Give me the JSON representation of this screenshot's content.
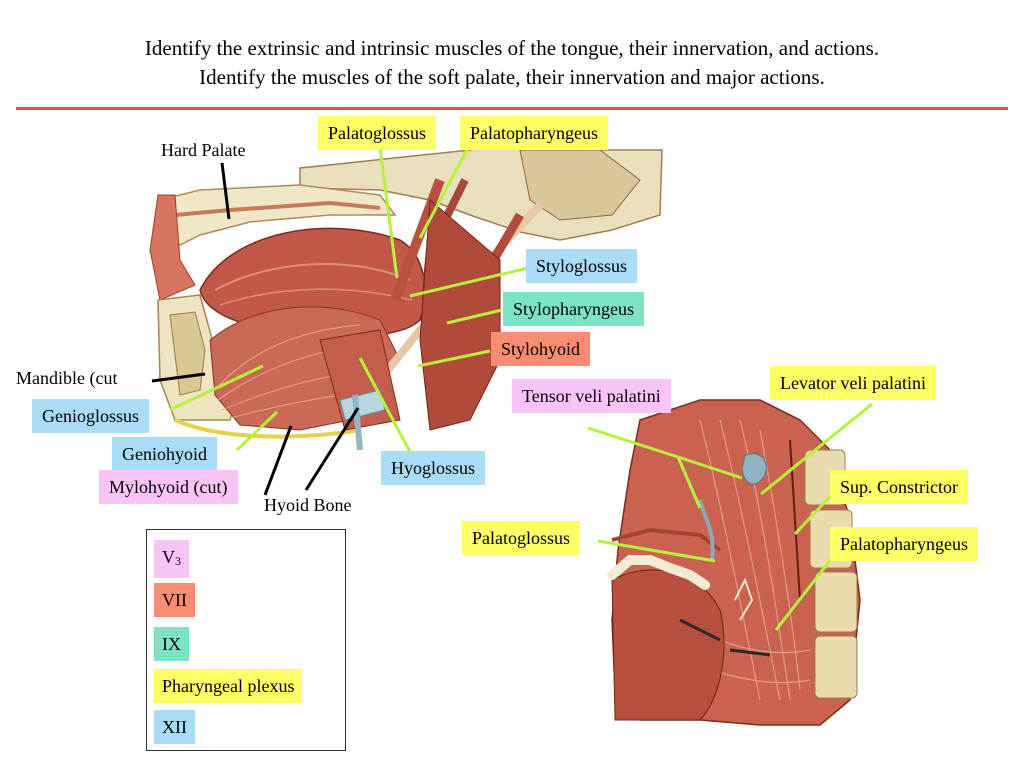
{
  "title": {
    "line1": "Identify the extrinsic and intrinsic muscles of the tongue, their innervation, and actions.",
    "line2": "Identify the muscles of the soft palate, their innervation and major actions."
  },
  "colors": {
    "rule": "#e8502a",
    "pharyngeal_plexus": "#ffff66",
    "xii": "#a8dcf8",
    "ix": "#7ee2c6",
    "vii": "#fa8c72",
    "v3": "#fbc4f8",
    "leader_line": "#b6f23a"
  },
  "left_figure": {
    "labels": {
      "palatoglossus": "Palatoglossus",
      "palatopharyngeus": "Palatopharyngeus",
      "hard_palate": "Hard Palate",
      "styloglossus": "Styloglossus",
      "stylopharyngeus": "Stylopharyngeus",
      "stylohyoid": "Stylohyoid",
      "mandible": "Mandible (cut",
      "genioglossus": "Genioglossus",
      "geniohyoid": "Geniohyoid",
      "mylohyoid": "Mylohyoid (cut)",
      "hyoid_bone": "Hyoid Bone",
      "hyoglossus": "Hyoglossus"
    }
  },
  "right_figure": {
    "labels": {
      "tensor_veli_palatini": "Tensor veli palatini",
      "levator_veli_palatini": "Levator veli palatini",
      "sup_constrictor": "Sup. Constrictor",
      "palatoglossus": "Palatoglossus",
      "palatopharyngeus": "Palatopharyngeus"
    }
  },
  "legend": {
    "v3_base": "V",
    "v3_sub": "3",
    "vii": "VII",
    "ix": "IX",
    "pharyngeal_plexus": "Pharyngeal plexus",
    "xii": "XII"
  }
}
